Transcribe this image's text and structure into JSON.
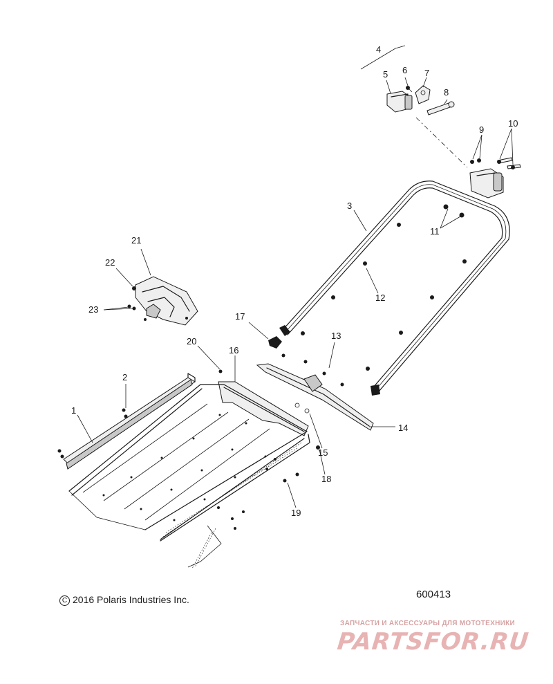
{
  "copyright_symbol": "C",
  "copyright_text": "2016 Polaris Industries Inc.",
  "diagram_number": "600413",
  "watermark": {
    "tagline": "ЗАПЧАСТИ И АКСЕССУАРЫ ДЛЯ МОТОТЕХНИКИ",
    "logo_text": "PARTSFOR.RU"
  },
  "callouts": [
    {
      "id": "1",
      "label": "1"
    },
    {
      "id": "2",
      "label": "2"
    },
    {
      "id": "3",
      "label": "3"
    },
    {
      "id": "4",
      "label": "4"
    },
    {
      "id": "5",
      "label": "5"
    },
    {
      "id": "6",
      "label": "6"
    },
    {
      "id": "7",
      "label": "7"
    },
    {
      "id": "8",
      "label": "8"
    },
    {
      "id": "9",
      "label": "9"
    },
    {
      "id": "10",
      "label": "10"
    },
    {
      "id": "11",
      "label": "11"
    },
    {
      "id": "12",
      "label": "12"
    },
    {
      "id": "13",
      "label": "13"
    },
    {
      "id": "14",
      "label": "14"
    },
    {
      "id": "15",
      "label": "15"
    },
    {
      "id": "16",
      "label": "16"
    },
    {
      "id": "17",
      "label": "17"
    },
    {
      "id": "18",
      "label": "18"
    },
    {
      "id": "19",
      "label": "19"
    },
    {
      "id": "20",
      "label": "20"
    },
    {
      "id": "21",
      "label": "21"
    },
    {
      "id": "22",
      "label": "22"
    },
    {
      "id": "23",
      "label": "23"
    }
  ]
}
